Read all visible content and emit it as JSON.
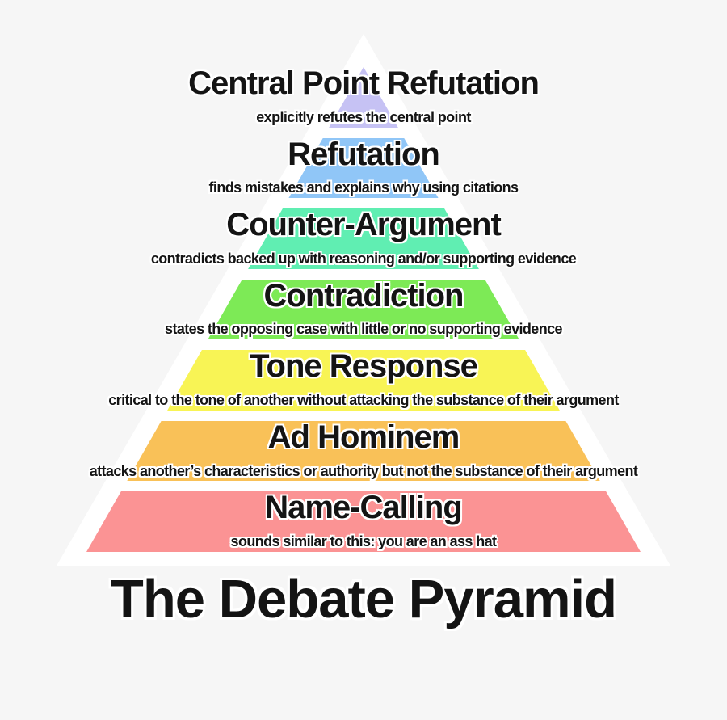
{
  "title": "The Debate Pyramid",
  "layers": [
    {
      "name": "Central Point Refutation",
      "description": "explicitly refutes the central point",
      "color": "#c6c2f4"
    },
    {
      "name": "Refutation",
      "description": "finds mistakes and explains why using citations",
      "color": "#90c6f7"
    },
    {
      "name": "Counter-Argument",
      "description": "contradicts backed up with reasoning and/or supporting evidence",
      "color": "#60eeb2"
    },
    {
      "name": "Contradiction",
      "description": "states the opposing case with little or no supporting evidence",
      "color": "#7dea56"
    },
    {
      "name": "Tone Response",
      "description": "critical to the tone of another without attacking the substance of their argument",
      "color": "#f8f455"
    },
    {
      "name": "Ad Hominem",
      "description": "attacks another’s characteristics or authority but not the substance of their argument",
      "color": "#f9c158"
    },
    {
      "name": "Name-Calling",
      "description": "sounds similar to this: you are an ass hat",
      "color": "#fb9394"
    }
  ],
  "colors": {
    "background": "#f6f6f6",
    "pyramid_outline": "#ffffff",
    "text": "#141414"
  }
}
